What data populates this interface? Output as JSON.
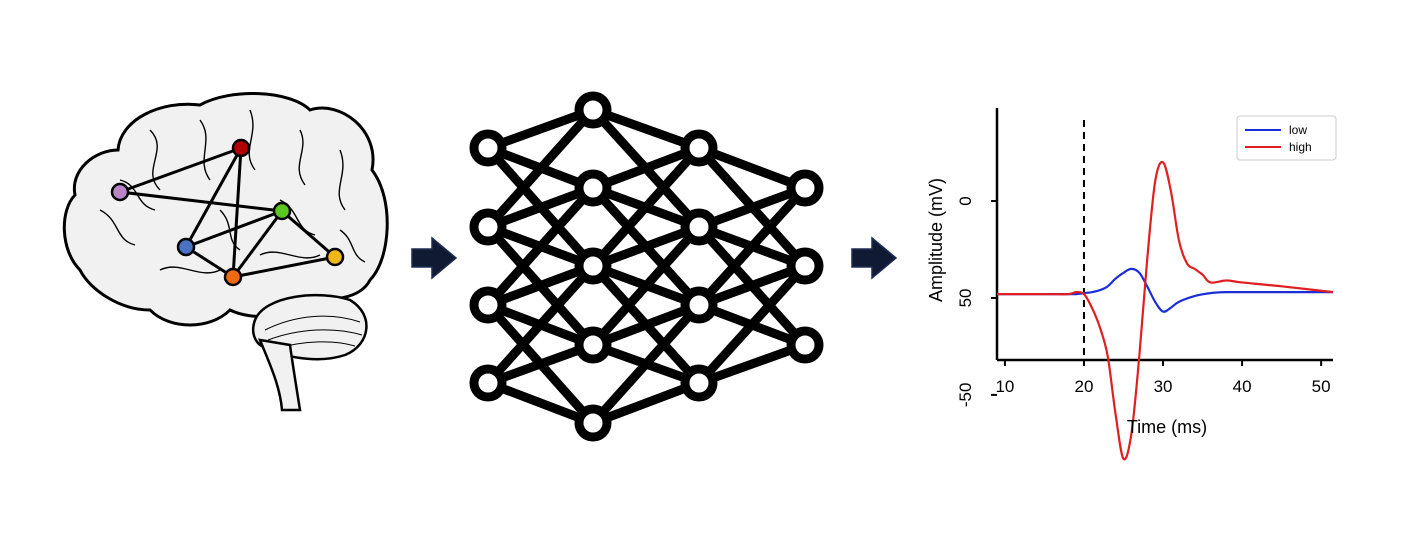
{
  "colors": {
    "arrow": "#111a33",
    "brain_fill": "#f1f1f1",
    "network": "#000000",
    "node_purple": "#b886c6",
    "node_red": "#b30000",
    "node_green": "#5cc621",
    "node_blue": "#4a72c4",
    "node_orange": "#ee6a14",
    "node_yellow": "#f2b81b"
  },
  "icons": {
    "brain": "brain-icon",
    "network": "neural-network-icon",
    "arrow": "right-arrow-icon"
  },
  "chart_data": {
    "type": "line",
    "title": "",
    "xlabel": "Time (ms)",
    "ylabel": "Amplitude (mV)",
    "xlim": [
      9,
      51.5
    ],
    "ylim": [
      -82,
      48
    ],
    "xticks": [
      10,
      20,
      30,
      40,
      50
    ],
    "yticks": [
      0,
      50,
      -50
    ],
    "ytick_labels": [
      "0",
      "50",
      "-50"
    ],
    "yticks_at": [
      0,
      -50,
      -100
    ],
    "marker_x": 20,
    "legend": {
      "placement": "top-right"
    },
    "series": [
      {
        "name": "low",
        "color": "#1a2ed6",
        "x": [
          9,
          12,
          15,
          18,
          19,
          20,
          21,
          22,
          23,
          24,
          25,
          26,
          27,
          28,
          29,
          30,
          31,
          32,
          34,
          36,
          38,
          40,
          45,
          51.5
        ],
        "y": [
          -48,
          -48,
          -48,
          -48,
          -48,
          -47.5,
          -47,
          -46,
          -44,
          -40,
          -37,
          -35,
          -37,
          -44,
          -52,
          -57,
          -55,
          -52,
          -49,
          -47.5,
          -47,
          -47,
          -47,
          -47
        ]
      },
      {
        "name": "high",
        "color": "#e02020",
        "x": [
          9,
          12,
          15,
          18,
          19,
          20,
          21,
          22,
          23,
          24,
          25,
          26,
          27,
          28,
          29,
          30,
          31,
          32,
          33,
          34,
          35,
          36,
          38,
          40,
          45,
          51.5
        ],
        "y": [
          -48,
          -48,
          -48,
          -48,
          -47,
          -48,
          -55,
          -65,
          -80,
          -110,
          -133,
          -120,
          -80,
          -30,
          10,
          20,
          5,
          -20,
          -32,
          -35,
          -38,
          -42,
          -41,
          -42,
          -44,
          -47
        ]
      }
    ]
  }
}
